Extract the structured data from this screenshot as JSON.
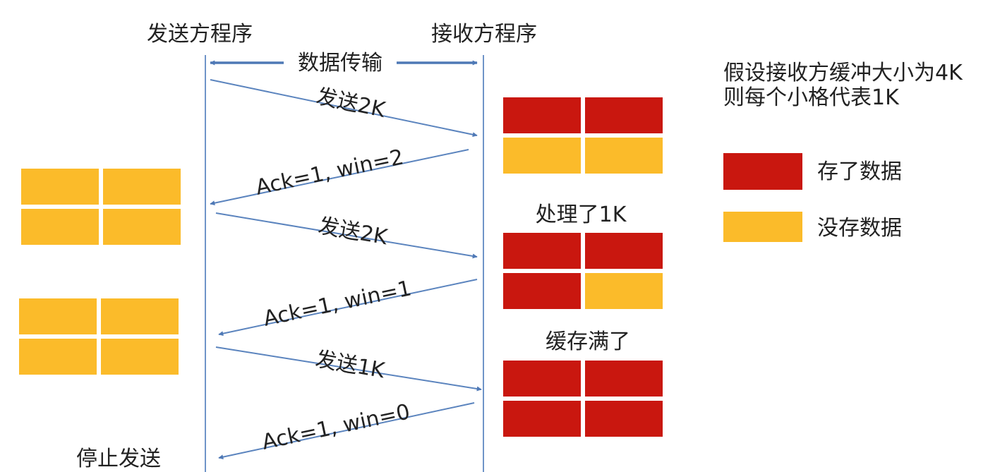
{
  "header": {
    "sender_title": "发送方程序",
    "receiver_title": "接收方程序",
    "transfer_label": "数据传输"
  },
  "messages": [
    {
      "label": "发送2K"
    },
    {
      "label": "Ack=1, win=2"
    },
    {
      "label": "发送2K"
    },
    {
      "label": "Ack=1, win=1"
    },
    {
      "label": "发送1K"
    },
    {
      "label": "Ack=1, win=0"
    }
  ],
  "receiver_states": [
    {
      "caption": "",
      "cells": [
        "filled",
        "filled",
        "empty",
        "empty"
      ]
    },
    {
      "caption": "处理了1K",
      "cells": [
        "filled",
        "filled",
        "filled",
        "empty"
      ]
    },
    {
      "caption": "缓存满了",
      "cells": [
        "filled",
        "filled",
        "filled",
        "filled"
      ]
    }
  ],
  "sender_states": [
    {
      "cells": [
        "empty",
        "empty",
        "empty",
        "empty"
      ]
    },
    {
      "cells": [
        "empty",
        "empty",
        "empty",
        "empty"
      ]
    }
  ],
  "stop_label": "停止发送",
  "legend": {
    "note_line1": "假设接收方缓冲大小为4K",
    "note_line2": "则每个小格代表1K",
    "items": [
      {
        "label": "存了数据",
        "state": "filled"
      },
      {
        "label": "没存数据",
        "state": "empty"
      }
    ]
  },
  "colors": {
    "filled": "#c9170f",
    "empty": "#fbbb2a",
    "line": "#5b84be"
  }
}
